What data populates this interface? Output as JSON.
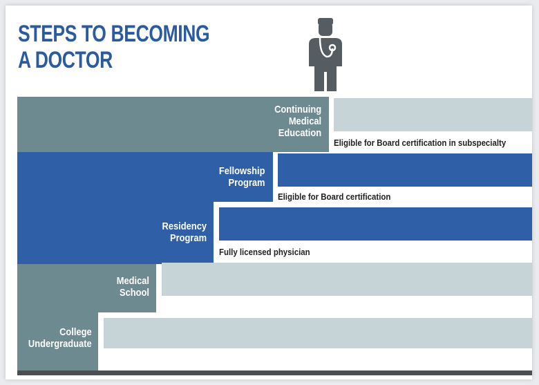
{
  "title": {
    "line1": "STEPS TO BECOMING",
    "line2": "A DOCTOR"
  },
  "icon": "doctor-icon",
  "colors": {
    "title": "#2a5aa0",
    "slate": "#6c8a90",
    "blue": "#2f5fa6",
    "light_bar": "#c6d4d8",
    "baseline": "#4b4e52"
  },
  "steps": [
    {
      "label_line1": "Continuing",
      "label_line2": "Medical",
      "label_line3": "Education",
      "caption": "Eligible for Board certification in subspecialty"
    },
    {
      "label_line1": "Fellowship",
      "label_line2": "Program",
      "caption": "Eligible for Board certification"
    },
    {
      "label_line1": "Residency",
      "label_line2": "Program",
      "caption": "Fully licensed physician"
    },
    {
      "label_line1": "Medical",
      "label_line2": "School",
      "caption": ""
    },
    {
      "label_line1": "College",
      "label_line2": "Undergraduate",
      "caption": ""
    }
  ]
}
